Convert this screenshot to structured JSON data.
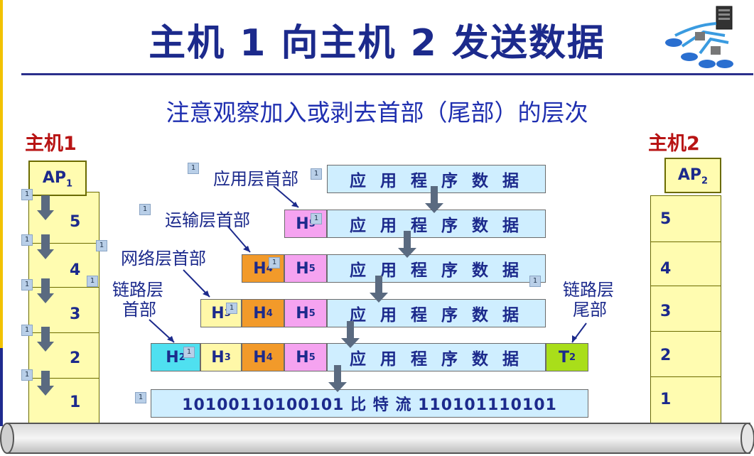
{
  "title": "主机 1 向主机 2 发送数据",
  "subtitle": "注意观察加入或剥去首部（尾部）的层次",
  "host1": {
    "label_main": "主机",
    "label_num": "1",
    "ap": "AP",
    "ap_sub": "1",
    "layers": [
      "5",
      "4",
      "3",
      "2",
      "1"
    ]
  },
  "host2": {
    "label_main": "主机",
    "label_num": "2",
    "ap": "AP",
    "ap_sub": "2",
    "layers": [
      "5",
      "4",
      "3",
      "2",
      "1"
    ]
  },
  "labels": {
    "app_header": "应用层首部",
    "transport_header": "运输层首部",
    "network_header": "网络层首部",
    "link_header_1": "链路层",
    "link_header_2": "首部",
    "link_trailer_1": "链路层",
    "link_trailer_2": "尾部"
  },
  "data_text": "应 用 程 序 数 据",
  "headers": {
    "h": "H",
    "h2": "2",
    "h3": "3",
    "h4": "4",
    "h5": "5",
    "t": "T",
    "t2": "2"
  },
  "bitstream": "10100110100101  比  特  流  110101110101",
  "marker": "1"
}
